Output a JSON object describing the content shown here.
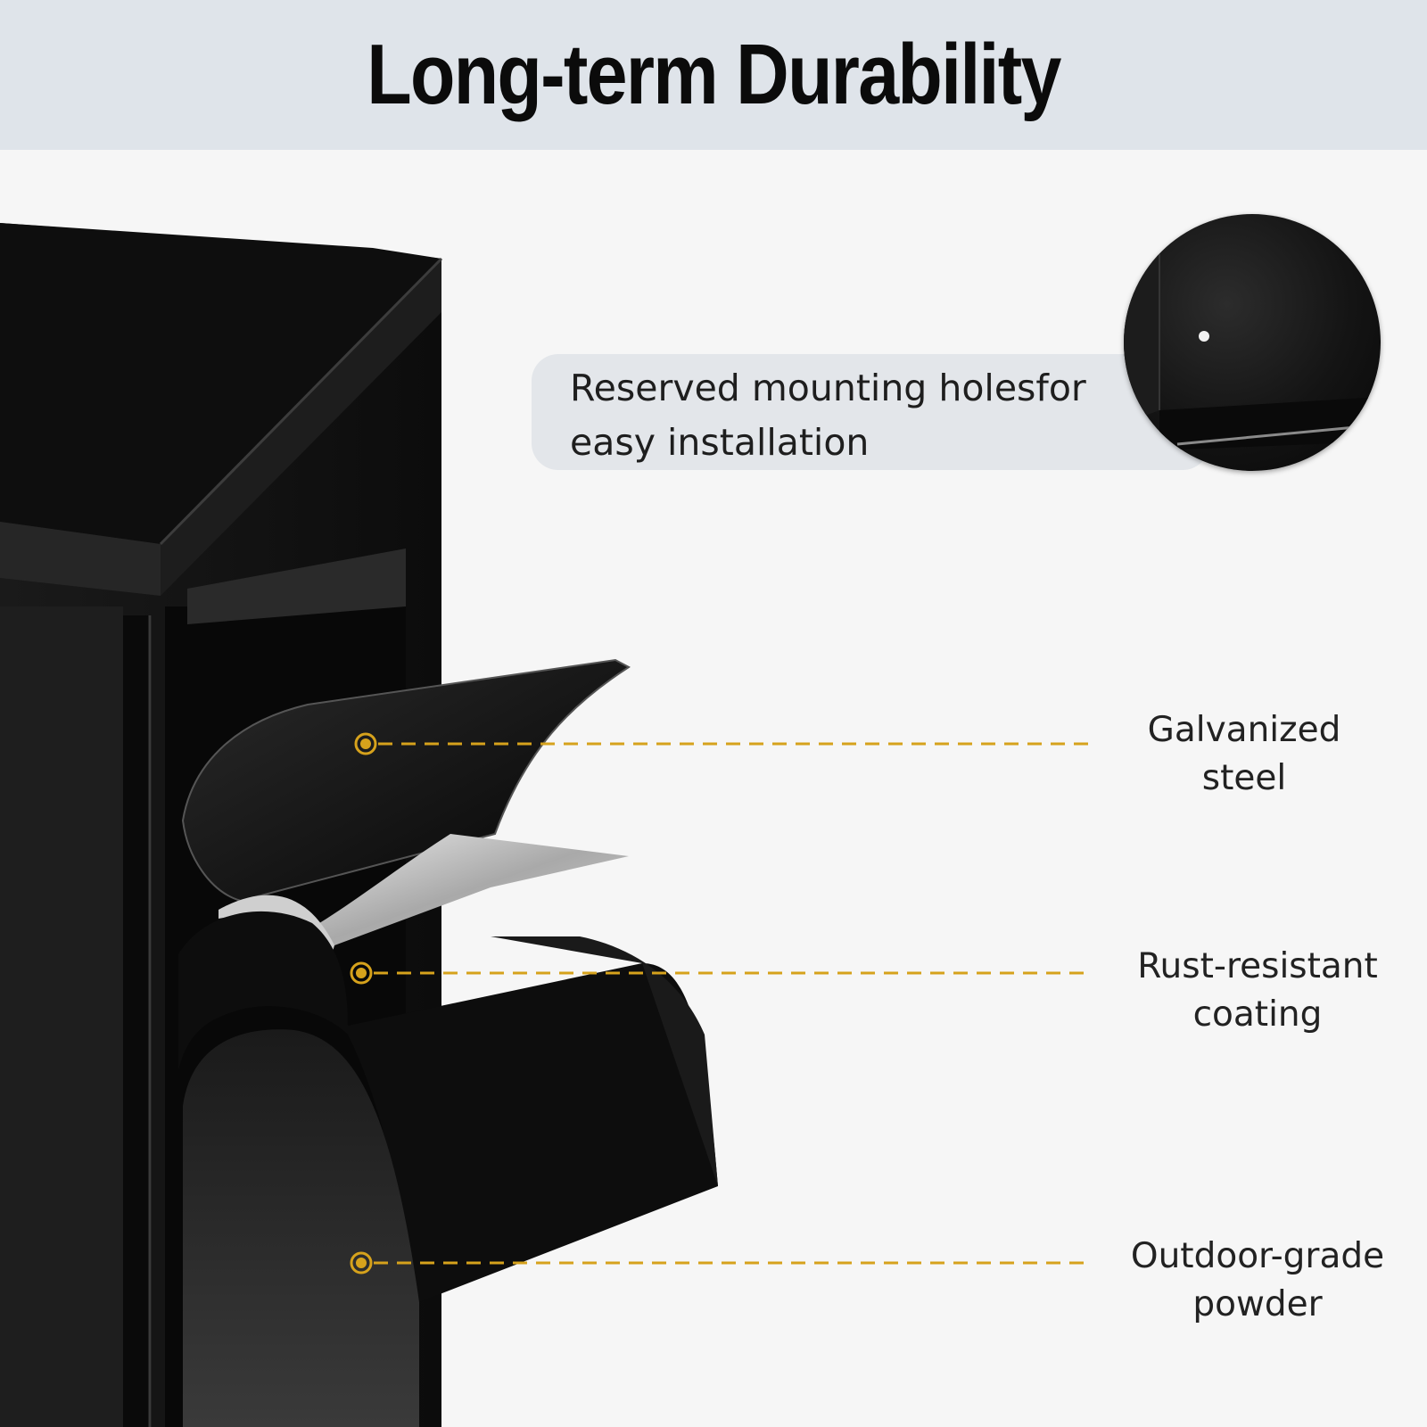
{
  "header": {
    "title": "Long-term Durability"
  },
  "callout": {
    "line1": "Reserved mounting holesfor",
    "line2": "easy installation"
  },
  "features": [
    {
      "line1": "Galvanized",
      "line2": "steel"
    },
    {
      "line1": "Rust-resistant",
      "line2": "coating"
    },
    {
      "line1": "Outdoor-grade",
      "line2": "powder"
    }
  ],
  "colors": {
    "header_band": "#dfe4ea",
    "leader_line": "#d6a21c",
    "product": "#111111"
  }
}
